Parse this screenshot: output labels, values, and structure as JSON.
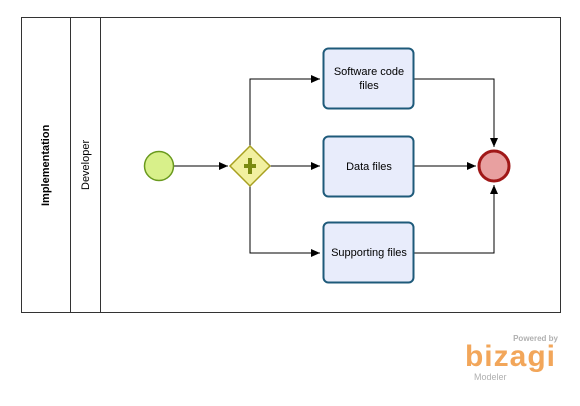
{
  "pool": {
    "label": "Implementation"
  },
  "lane": {
    "label": "Developer"
  },
  "tasks": [
    {
      "id": "software",
      "label": "Software code files"
    },
    {
      "id": "data",
      "label": "Data files"
    },
    {
      "id": "supporting",
      "label": "Supporting files"
    }
  ],
  "gateway": {
    "type": "parallel",
    "symbol": "+"
  },
  "colors": {
    "task_fill": "#e8ecfb",
    "task_stroke": "#1e5a7a",
    "start_fill": "#d8f08a",
    "start_stroke": "#6a9a1e",
    "end_fill": "#e8a0a0",
    "end_stroke": "#a01818",
    "gateway_fill": "#f2f0a0",
    "gateway_stroke": "#a8a020",
    "gateway_symbol": "#7a8a10",
    "brand_orange": "#f2a65a"
  },
  "branding": {
    "powered_by": "Powered by",
    "name": "bizagi",
    "product": "Modeler"
  }
}
